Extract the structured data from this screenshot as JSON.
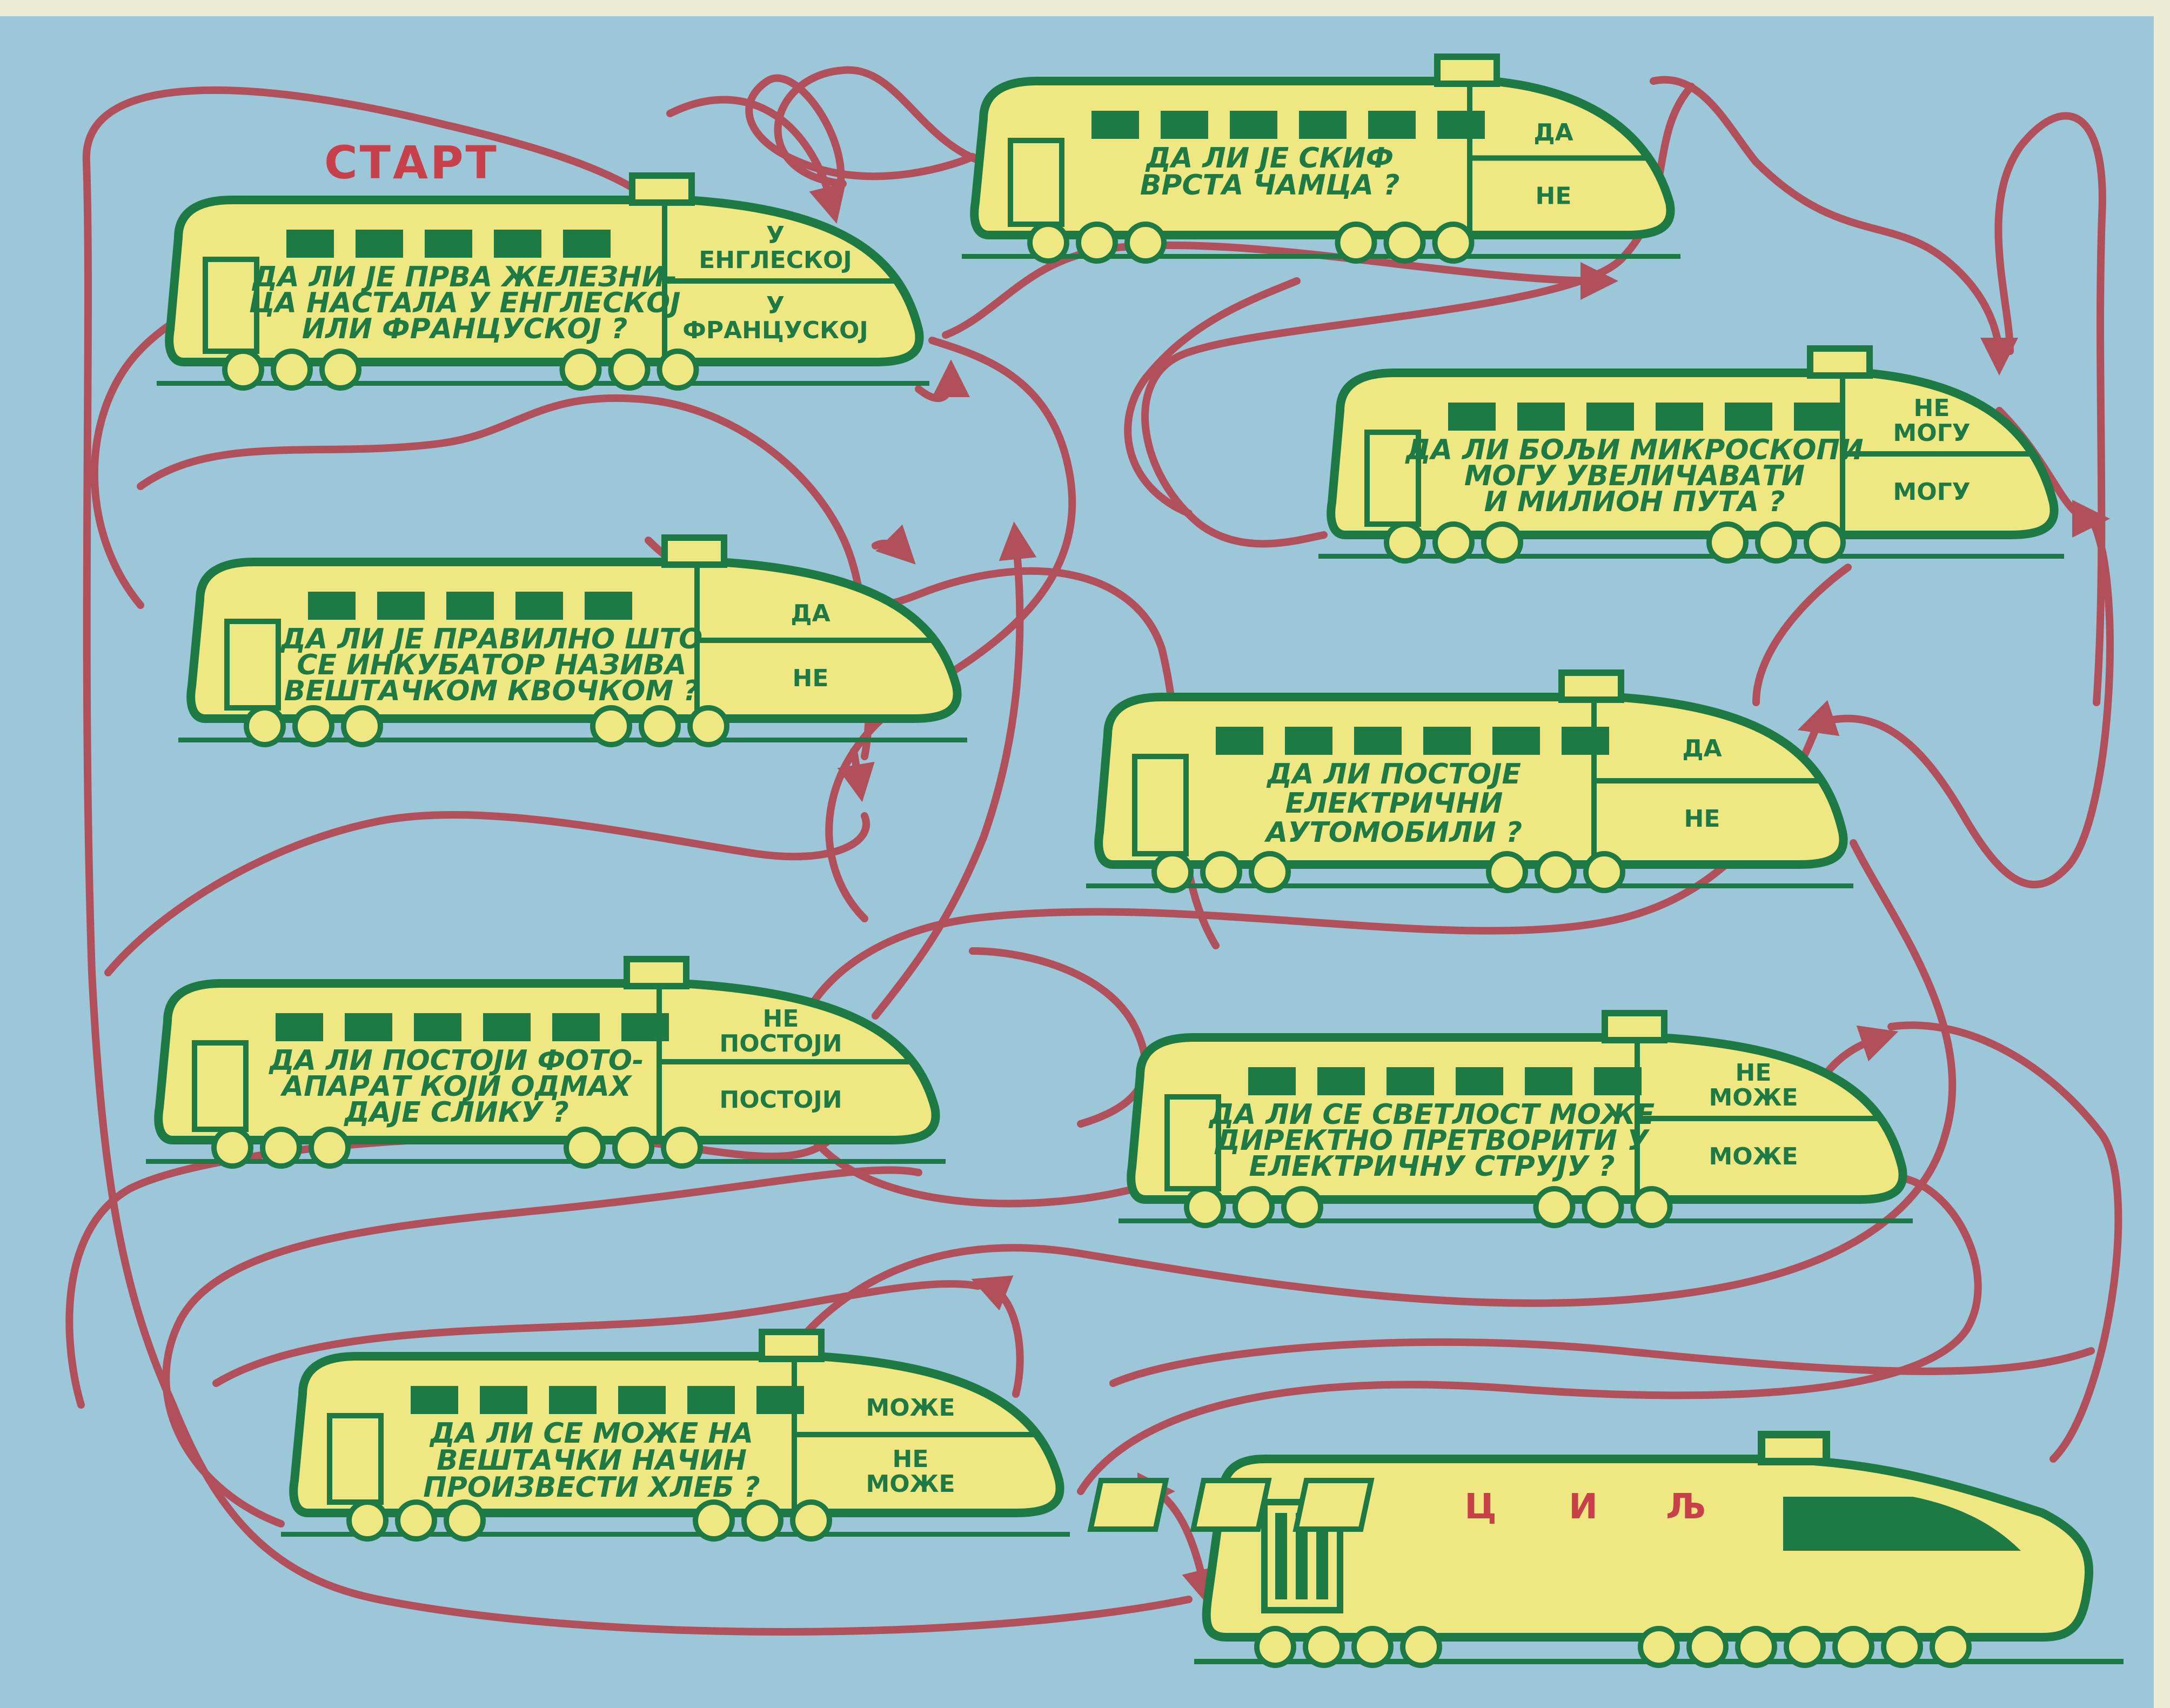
{
  "start_label": "СТАРТ",
  "colors": {
    "sky": "#9cc7d8",
    "train_body": "#efe882",
    "outline": "#1e7a45",
    "path": "#b1505a",
    "goal_letters": "#c8404a"
  },
  "trains": [
    {
      "id": "t1",
      "question": [
        "ДА ЛИ ЈЕ ПРВА ЖЕЛЕЗНИ-",
        "ЦА НАСТАЛА У ЕНГЛЕСКОЈ",
        "ИЛИ ФРАНЦУСКОЈ ?"
      ],
      "answer_top": [
        "У",
        "ЕНГЛЕСКОЈ"
      ],
      "answer_bottom": [
        "У",
        "ФРАНЦУСКОЈ"
      ]
    },
    {
      "id": "t2",
      "question": [
        "ДА ЛИ ЈЕ СКИФ",
        "ВРСТА ЧАМЦА ?"
      ],
      "answer_top": [
        "ДА"
      ],
      "answer_bottom": [
        "НЕ"
      ]
    },
    {
      "id": "t3",
      "question": [
        "ДА ЛИ БОЉИ МИКРОСКОПИ",
        "МОГУ УВЕЛИЧАВАТИ",
        "И МИЛИОН ПУТА ?"
      ],
      "answer_top": [
        "НЕ",
        "МОГУ"
      ],
      "answer_bottom": [
        "МОГУ"
      ]
    },
    {
      "id": "t4",
      "question": [
        "ДА ЛИ ЈЕ ПРАВИЛНО ШТО",
        "СЕ ИНКУБАТОР НАЗИВА",
        "ВЕШТАЧКОМ КВОЧКОМ ?"
      ],
      "answer_top": [
        "ДА"
      ],
      "answer_bottom": [
        "НЕ"
      ]
    },
    {
      "id": "t5",
      "question": [
        "ДА ЛИ ПОСТОЈЕ",
        "ЕЛЕКТРИЧНИ",
        "АУТОМОБИЛИ ?"
      ],
      "answer_top": [
        "ДА"
      ],
      "answer_bottom": [
        "НЕ"
      ]
    },
    {
      "id": "t6",
      "question": [
        "ДА ЛИ ПОСТОЈИ ФОТО-",
        "АПАРАТ КОЈИ ОДМАХ",
        "ДАЈЕ СЛИКУ ?"
      ],
      "answer_top": [
        "НЕ",
        "ПОСТОЈИ"
      ],
      "answer_bottom": [
        "ПОСТОЈИ"
      ]
    },
    {
      "id": "t7",
      "question": [
        "ДА ЛИ СЕ СВЕТЛОСТ МОЖЕ",
        "ДИРЕКТНО ПРЕТВОРИТИ У",
        "ЕЛЕКТРИЧНУ СТРУЈУ ?"
      ],
      "answer_top": [
        "НЕ",
        "МОЖЕ"
      ],
      "answer_bottom": [
        "МОЖЕ"
      ]
    },
    {
      "id": "t8",
      "question": [
        "ДА ЛИ СЕ МОЖЕ НА",
        "ВЕШТАЧКИ НАЧИН",
        "ПРОИЗВЕСТИ ХЛЕБ ?"
      ],
      "answer_top": [
        "МОЖЕ"
      ],
      "answer_bottom": [
        "НЕ",
        "МОЖЕ"
      ]
    }
  ],
  "goal": {
    "letters": [
      "Ц",
      "И",
      "Љ"
    ]
  }
}
